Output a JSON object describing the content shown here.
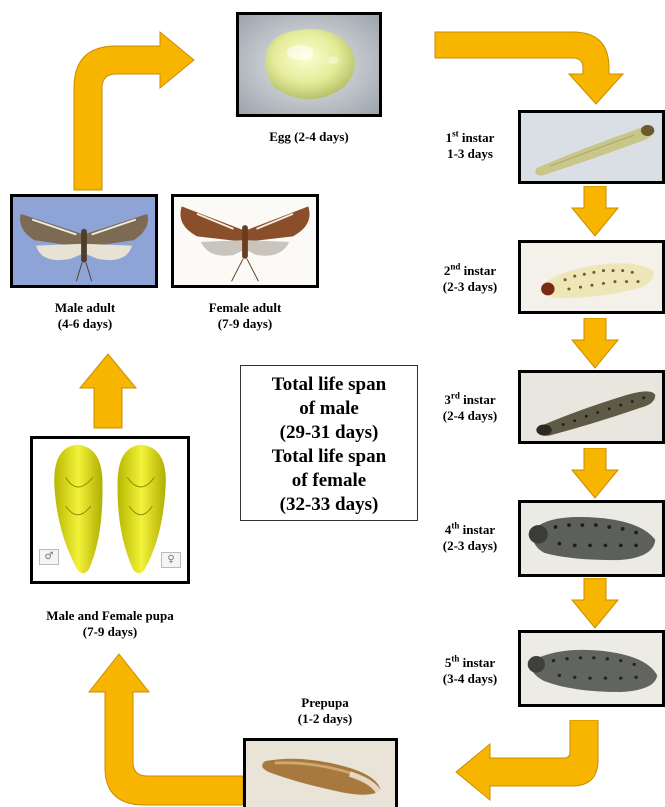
{
  "colors": {
    "arrow": "#f7b500",
    "arrow_edge": "#c98c00",
    "border": "#000000"
  },
  "stages": {
    "egg": {
      "label": "Egg (2-4 days)"
    },
    "instar1": {
      "num": "1",
      "suffix": "st",
      "word": "instar",
      "duration": "1-3 days"
    },
    "instar2": {
      "num": "2",
      "suffix": "nd",
      "word": "instar",
      "duration": "(2-3 days)"
    },
    "instar3": {
      "num": "3",
      "suffix": "rd",
      "word": "instar",
      "duration": "(2-4 days)"
    },
    "instar4": {
      "num": "4",
      "suffix": "th",
      "word": "instar",
      "duration": "(2-3 days)"
    },
    "instar5": {
      "num": "5",
      "suffix": "th",
      "word": "instar",
      "duration": "(3-4 days)"
    },
    "prepupa": {
      "name": "Prepupa",
      "duration": "(1-2 days)"
    },
    "pupa": {
      "name": "Male and Female pupa",
      "duration": "(7-9 days)",
      "male_symbol": "♂",
      "female_symbol": "♀"
    },
    "male_adult": {
      "name": "Male adult",
      "duration": "(4-6 days)"
    },
    "female_adult": {
      "name": "Female adult",
      "duration": "(7-9 days)"
    }
  },
  "summary": {
    "male_line1": "Total life span",
    "male_line2": "of male",
    "male_days": "(29-31 days)",
    "female_line1": "Total life span",
    "female_line2": "of female",
    "female_days": "(32-33 days)"
  }
}
